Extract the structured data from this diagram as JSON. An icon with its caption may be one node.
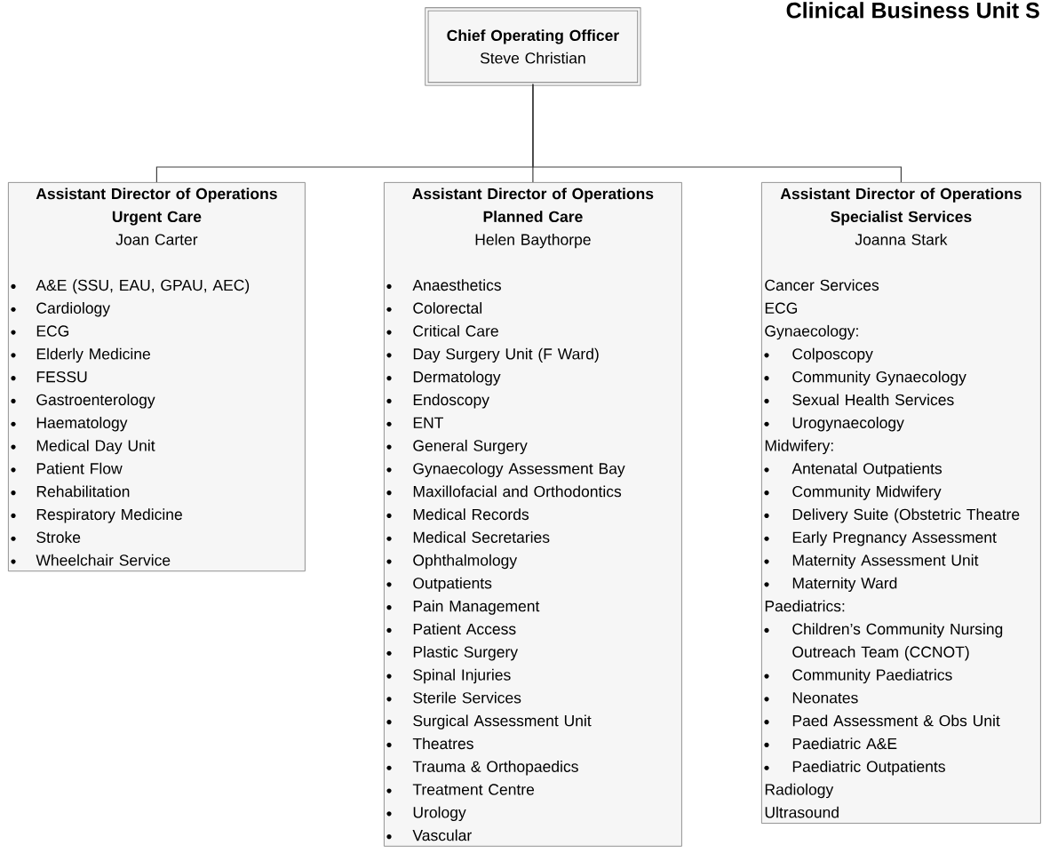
{
  "diagram": {
    "title": "Clinical Business Unit S",
    "nodes": [
      {
        "text": [
          "Chief Operating Officer",
          "Steve Christian"
        ]
      },
      {
        "text": [
          "Assistant Director of Operations Urgent Care",
          "Joan Carter",
          "A&E (SSU, EAU, GPAU, AEC)",
          "Cardiology",
          "ECG",
          "Elderly Medicine",
          "FESSU",
          "Gastroenterology",
          "Haematology",
          "Medical Day Unit",
          "Patient Flow",
          "Rehabilitation",
          "Respiratory Medicine",
          "Stroke",
          "Wheelchair Service"
        ]
      },
      {
        "text": [
          "Assistant Director of Operations Planned Care",
          "Helen Baythorpe",
          "Anaesthetics",
          "Colorectal",
          "Critical Care",
          "Day Surgery Unit (F Ward)",
          "Dermatology",
          "Endoscopy",
          "ENT",
          "General Surgery",
          "Gynaecology Assessment Bay",
          "Maxillofacial and Orthodontics",
          "Medical Records",
          "Medical Secretaries",
          "Ophthalmology",
          "Outpatients",
          "Pain Management",
          "Patient Access",
          "Plastic Surgery",
          "Spinal Injuries",
          "Sterile Services",
          "Surgical Assessment Unit",
          "Theatres",
          "Trauma & Orthopaedics",
          "Treatment Centre",
          "Urology",
          "Vascular"
        ]
      },
      {
        "text": [
          "Assistant Director of Operations Specialist Services",
          "Joanna Stark",
          "Cancer Services",
          "ECG",
          "Gynaecology:",
          "Colposcopy",
          "Community Gynaecology",
          "Sexual Health Services",
          "Urogynaecology",
          "Midwifery:",
          "Antenatal Outpatients",
          "Community Midwifery",
          "Delivery Suite (Obstetric Theatre",
          "Early Pregnancy Assessment",
          "Maternity Assessment Unit",
          "Maternity Ward",
          "Paediatrics:",
          "Children’s Community Nursing Outreach Team (CCNOT)",
          "Community Paediatrics",
          "Neonates",
          "Paed Assessment & Obs Unit",
          "Paediatric A&E",
          "Paediatric Outpatients",
          "Radiology",
          "Ultrasound"
        ]
      }
    ],
    "edges": [
      {
        "from": 0,
        "to": 1,
        "arrow": "none"
      },
      {
        "from": 0,
        "to": 2,
        "arrow": "none"
      },
      {
        "from": 0,
        "to": 3,
        "arrow": "none"
      }
    ]
  }
}
